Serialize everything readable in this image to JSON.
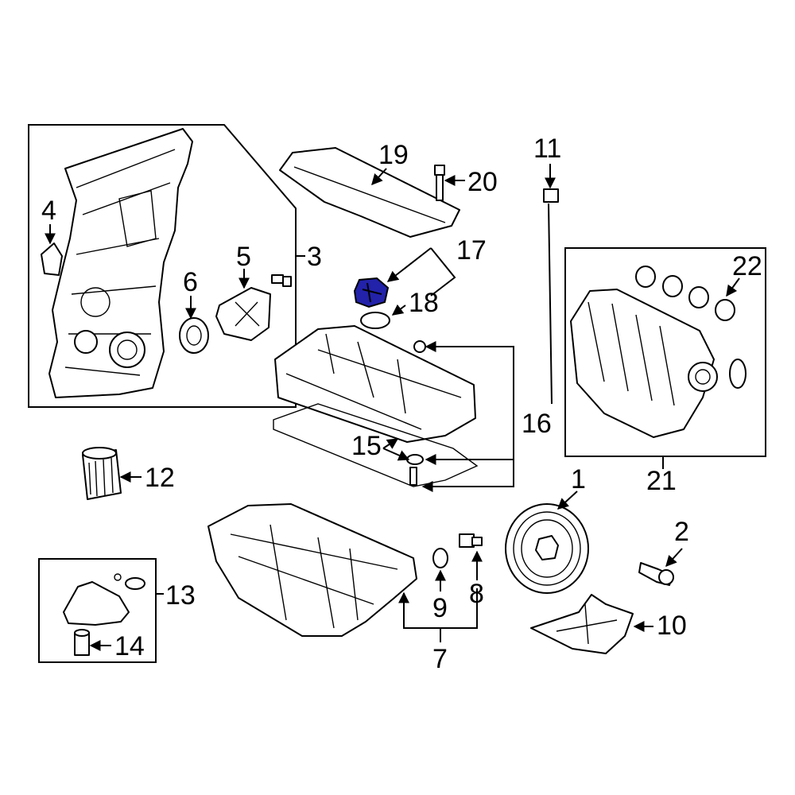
{
  "diagram": {
    "highlight_color": "#2222aa",
    "callouts": {
      "c1": "1",
      "c2": "2",
      "c3": "3",
      "c4": "4",
      "c5": "5",
      "c6": "6",
      "c7": "7",
      "c8": "8",
      "c9": "9",
      "c10": "10",
      "c11": "11",
      "c12": "12",
      "c13": "13",
      "c14": "14",
      "c15": "15",
      "c16": "16",
      "c17": "17",
      "c18": "18",
      "c19": "19",
      "c20": "20",
      "c21": "21",
      "c22": "22"
    }
  }
}
